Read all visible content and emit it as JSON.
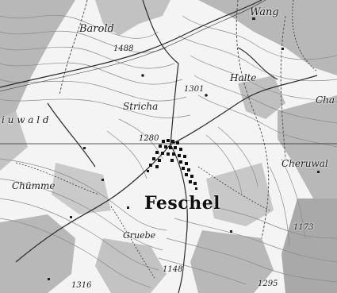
{
  "labels": {
    "wang": "Wang",
    "barold": "Barold",
    "elev_1488": "1488",
    "halte": "Halte",
    "cha": "Cha",
    "walde": "i u w a l d",
    "stricha": "Stricha",
    "elev_1301": "1301",
    "elev_1280": "1280",
    "chumme": "Chümme",
    "feschel": "Feschel",
    "cheruwal": "Cheruwal",
    "gruebe": "Gruebe",
    "elev_1148": "1148",
    "elev_1316": "1316",
    "elev_1295": "1295",
    "elev_1173": "1173"
  },
  "colors": {
    "paper": "#f4f4f4",
    "forest": "#b5b5b5",
    "contour": "#8a8a8a",
    "road": "#2a2a2a",
    "grid": "#222222"
  }
}
